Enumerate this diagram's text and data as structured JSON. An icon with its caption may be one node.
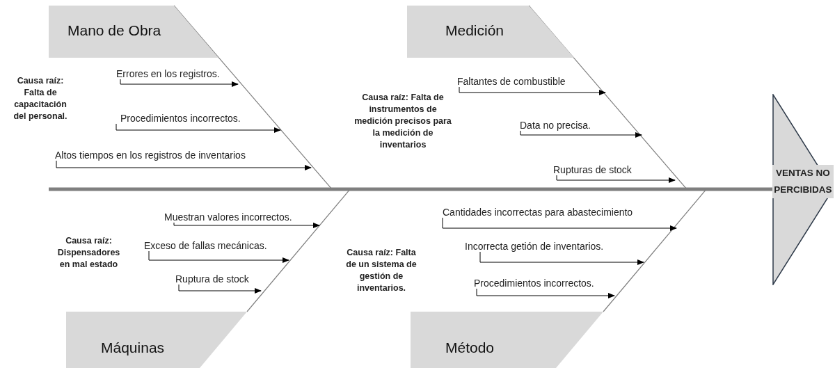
{
  "diagram": {
    "nodes": [
      {
        "text": [
          "Mano de Obra"
        ]
      },
      {
        "text": [
          "Errores en los registros."
        ]
      },
      {
        "text": [
          "Procedimientos incorrectos."
        ]
      },
      {
        "text": [
          "Altos tiempos en los registros de inventarios"
        ]
      },
      {
        "text": [
          "Medición"
        ]
      },
      {
        "text": [
          "Faltantes de combustible"
        ]
      },
      {
        "text": [
          "Data no precisa."
        ]
      },
      {
        "text": [
          "Rupturas de stock"
        ]
      },
      {
        "text": [
          "Máquinas"
        ]
      },
      {
        "text": [
          "Muestran valores incorrectos."
        ]
      },
      {
        "text": [
          "Exceso de fallas mecánicas."
        ]
      },
      {
        "text": [
          "Ruptura de stock"
        ]
      },
      {
        "text": [
          "Método"
        ]
      },
      {
        "text": [
          "Cantidades incorrectas para abastecimiento"
        ]
      },
      {
        "text": [
          "Incorrecta getión de inventarios."
        ]
      },
      {
        "text": [
          "Procedimientos incorrectos."
        ]
      },
      {
        "text": [
          "VENTAS NO PERCIBIDAS"
        ]
      }
    ],
    "edges": [
      {
        "from": 0,
        "to": 16,
        "arrow": "none",
        "color": "#7f7f7f"
      },
      {
        "from": 4,
        "to": 16,
        "arrow": "none",
        "color": "#7f7f7f"
      },
      {
        "from": 8,
        "to": 16,
        "arrow": "none",
        "color": "#7f7f7f"
      },
      {
        "from": 12,
        "to": 16,
        "arrow": "none",
        "color": "#7f7f7f"
      },
      {
        "from": 1,
        "to": null,
        "arrow": "to"
      },
      {
        "from": 2,
        "to": null,
        "arrow": "to"
      },
      {
        "from": 3,
        "to": null,
        "arrow": "to"
      },
      {
        "from": 5,
        "to": null,
        "arrow": "to"
      },
      {
        "from": 6,
        "to": null,
        "arrow": "to"
      },
      {
        "from": 7,
        "to": null,
        "arrow": "to"
      },
      {
        "from": 9,
        "to": null,
        "arrow": "to"
      },
      {
        "from": 10,
        "to": null,
        "arrow": "to"
      },
      {
        "from": 11,
        "to": null,
        "arrow": "to"
      },
      {
        "from": 13,
        "to": null,
        "arrow": "to"
      },
      {
        "from": 14,
        "to": null,
        "arrow": "to"
      },
      {
        "from": 15,
        "to": null,
        "arrow": "to"
      }
    ],
    "labels": [
      "Causa raíz: Falta de capacitación del personal.",
      "Causa raíz: Falta de instrumentos de medición precisos para la medición de inventarios",
      "Causa raíz: Dispensadores en mal estado",
      "Causa raíz: Falta de un sistema de gestión de inventarios."
    ]
  }
}
